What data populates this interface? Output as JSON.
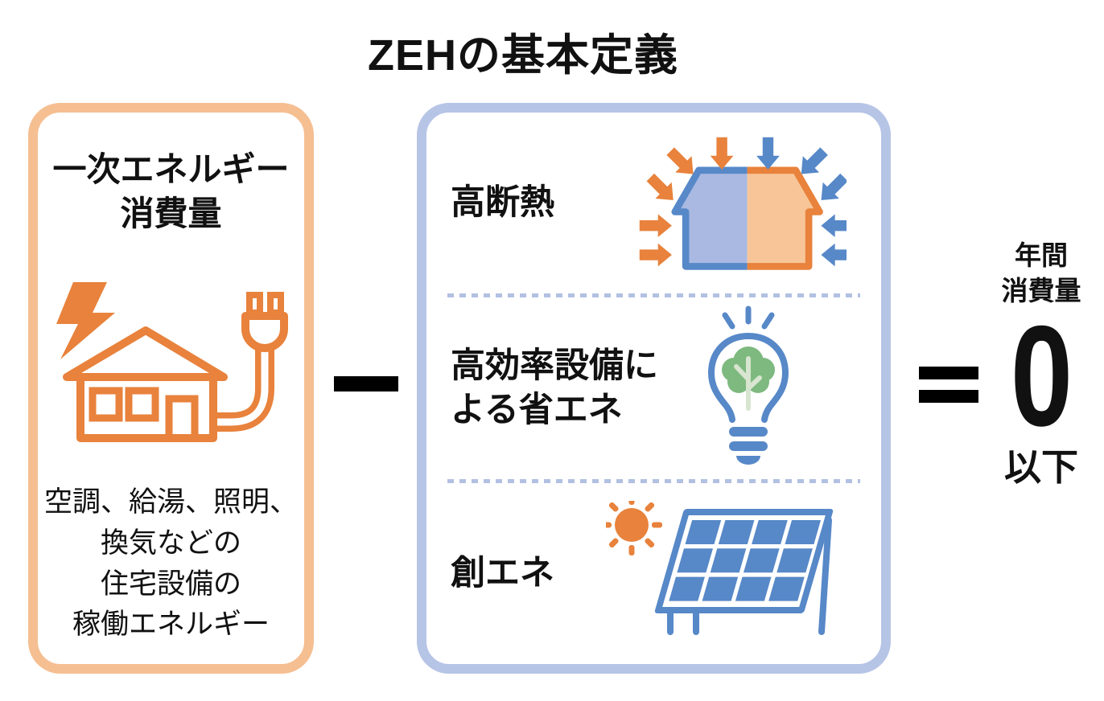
{
  "title": "ZEHの基本定義",
  "colors": {
    "orange": "#E8823C",
    "orange_border": "#F5BF92",
    "orange_fill": "#F7C598",
    "blue": "#5788C8",
    "blue_border": "#B6C4E6",
    "blue_fill": "#A9B9E2",
    "dotted_divider": "#B2C0E2",
    "tree_green": "#7EB97F",
    "tree_trunk": "#D8E5D0",
    "text": "#111111"
  },
  "left_box": {
    "heading": "一次エネルギー\n消費量",
    "icon": "energy-house-plug-icon",
    "description": "空調、給湯、照明、\n換気などの\n住宅設備の\n稼働エネルギー"
  },
  "operators": {
    "minus": "−",
    "equals": "="
  },
  "middle_box": {
    "rows": [
      {
        "label": "高断熱",
        "icon": "insulated-house-icon"
      },
      {
        "label": "高効率設備に\nよる省エネ",
        "icon": "eco-bulb-icon"
      },
      {
        "label": "創エネ",
        "icon": "sun-solar-panel-icon"
      }
    ]
  },
  "result": {
    "annual_label": "年間\n消費量",
    "value": "0",
    "suffix": "以下"
  }
}
